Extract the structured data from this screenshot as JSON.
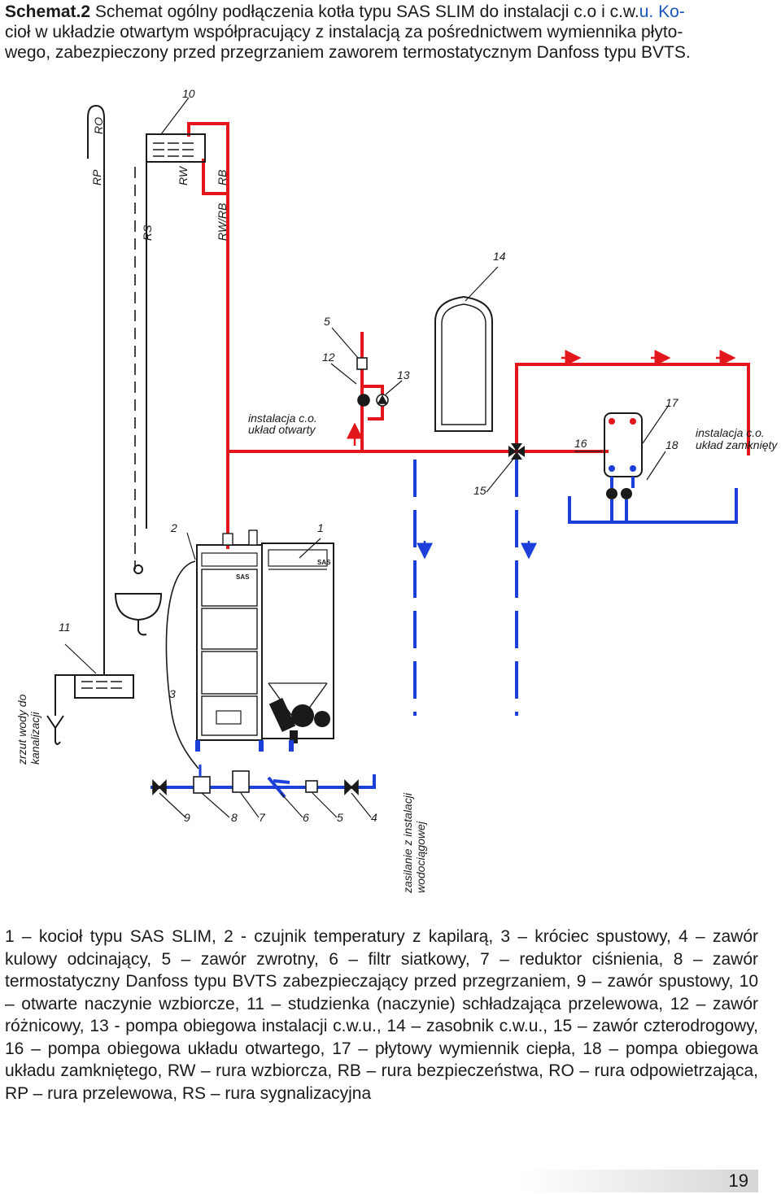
{
  "caption": {
    "lead": "Schemat.2",
    "title_pre": " Schemat ogólny podłączenia kotła typu SAS SLIM do instalacji c.o i c.w.",
    "title_accent": "u. Ko-",
    "line2": "cioł w układzie otwartym współpracujący z instalacją za pośrednictwem wymiennika płyto-",
    "line3": "wego, zabezpieczony przed przegrzaniem zaworem termostatycznym Danfoss typu BVTS."
  },
  "diagram": {
    "pipe_labels": {
      "ro": "RO",
      "rp": "RP",
      "rw": "RW",
      "rb": "RB",
      "rs": "RS",
      "rwrb": "RW/RB"
    },
    "numbers": {
      "n1": "1",
      "n2": "2",
      "n3": "3",
      "n4": "4",
      "n5": "5",
      "n6": "6",
      "n7": "7",
      "n8": "8",
      "n9": "9",
      "n10": "10",
      "n11": "11",
      "n12": "12",
      "n13": "13",
      "n14": "14",
      "n15": "15",
      "n16": "16",
      "n17": "17",
      "n18": "18",
      "n5top": "5"
    },
    "notes": {
      "open_line1": "instalacja c.o.",
      "open_line2": "układ otwarty",
      "closed_line1": "instalacja c.o.",
      "closed_line2": "układ zamknięty",
      "drain_line1": "zrzut wody do",
      "drain_line2": "kanalizacji",
      "supply_line1": "zasilanie z instalacji",
      "supply_line2": "wodociągowej",
      "brand1": "SAS",
      "brand2": "SAS"
    },
    "colors": {
      "hot": "#e3161c",
      "cold": "#1c3fd9",
      "line": "#1a1a1a"
    }
  },
  "legend": {
    "text": "1 – kocioł typu SAS SLIM, 2 - czujnik temperatury z kapilarą, 3 – króciec spustowy, 4 – zawór kulowy odcinający, 5 – zawór zwrotny, 6 – filtr siatkowy, 7 – reduktor ciśnienia, 8 – zawór termostatyczny Danfoss typu BVTS zabezpieczający przed przegrzaniem, 9 – zawór spustowy, 10 – otwarte naczynie wzbiorcze, 11 – studzienka (naczynie) schładzająca przelewowa, 12 – zawór różnicowy, 13 - pompa obiegowa instalacji c.w.u., 14 – zasobnik c.w.u., 15 – zawór czterodrogowy, 16 – pompa obiegowa układu otwartego, 17 – płytowy wymiennik ciepła, 18 – pompa obiegowa układu zamkniętego, RW – rura wzbiorcza, RB – rura bezpieczeństwa, RO – rura odpowietrzająca, RP – rura przelewowa, RS – rura sygnalizacyjna"
  },
  "footer": {
    "page_number": "19"
  }
}
